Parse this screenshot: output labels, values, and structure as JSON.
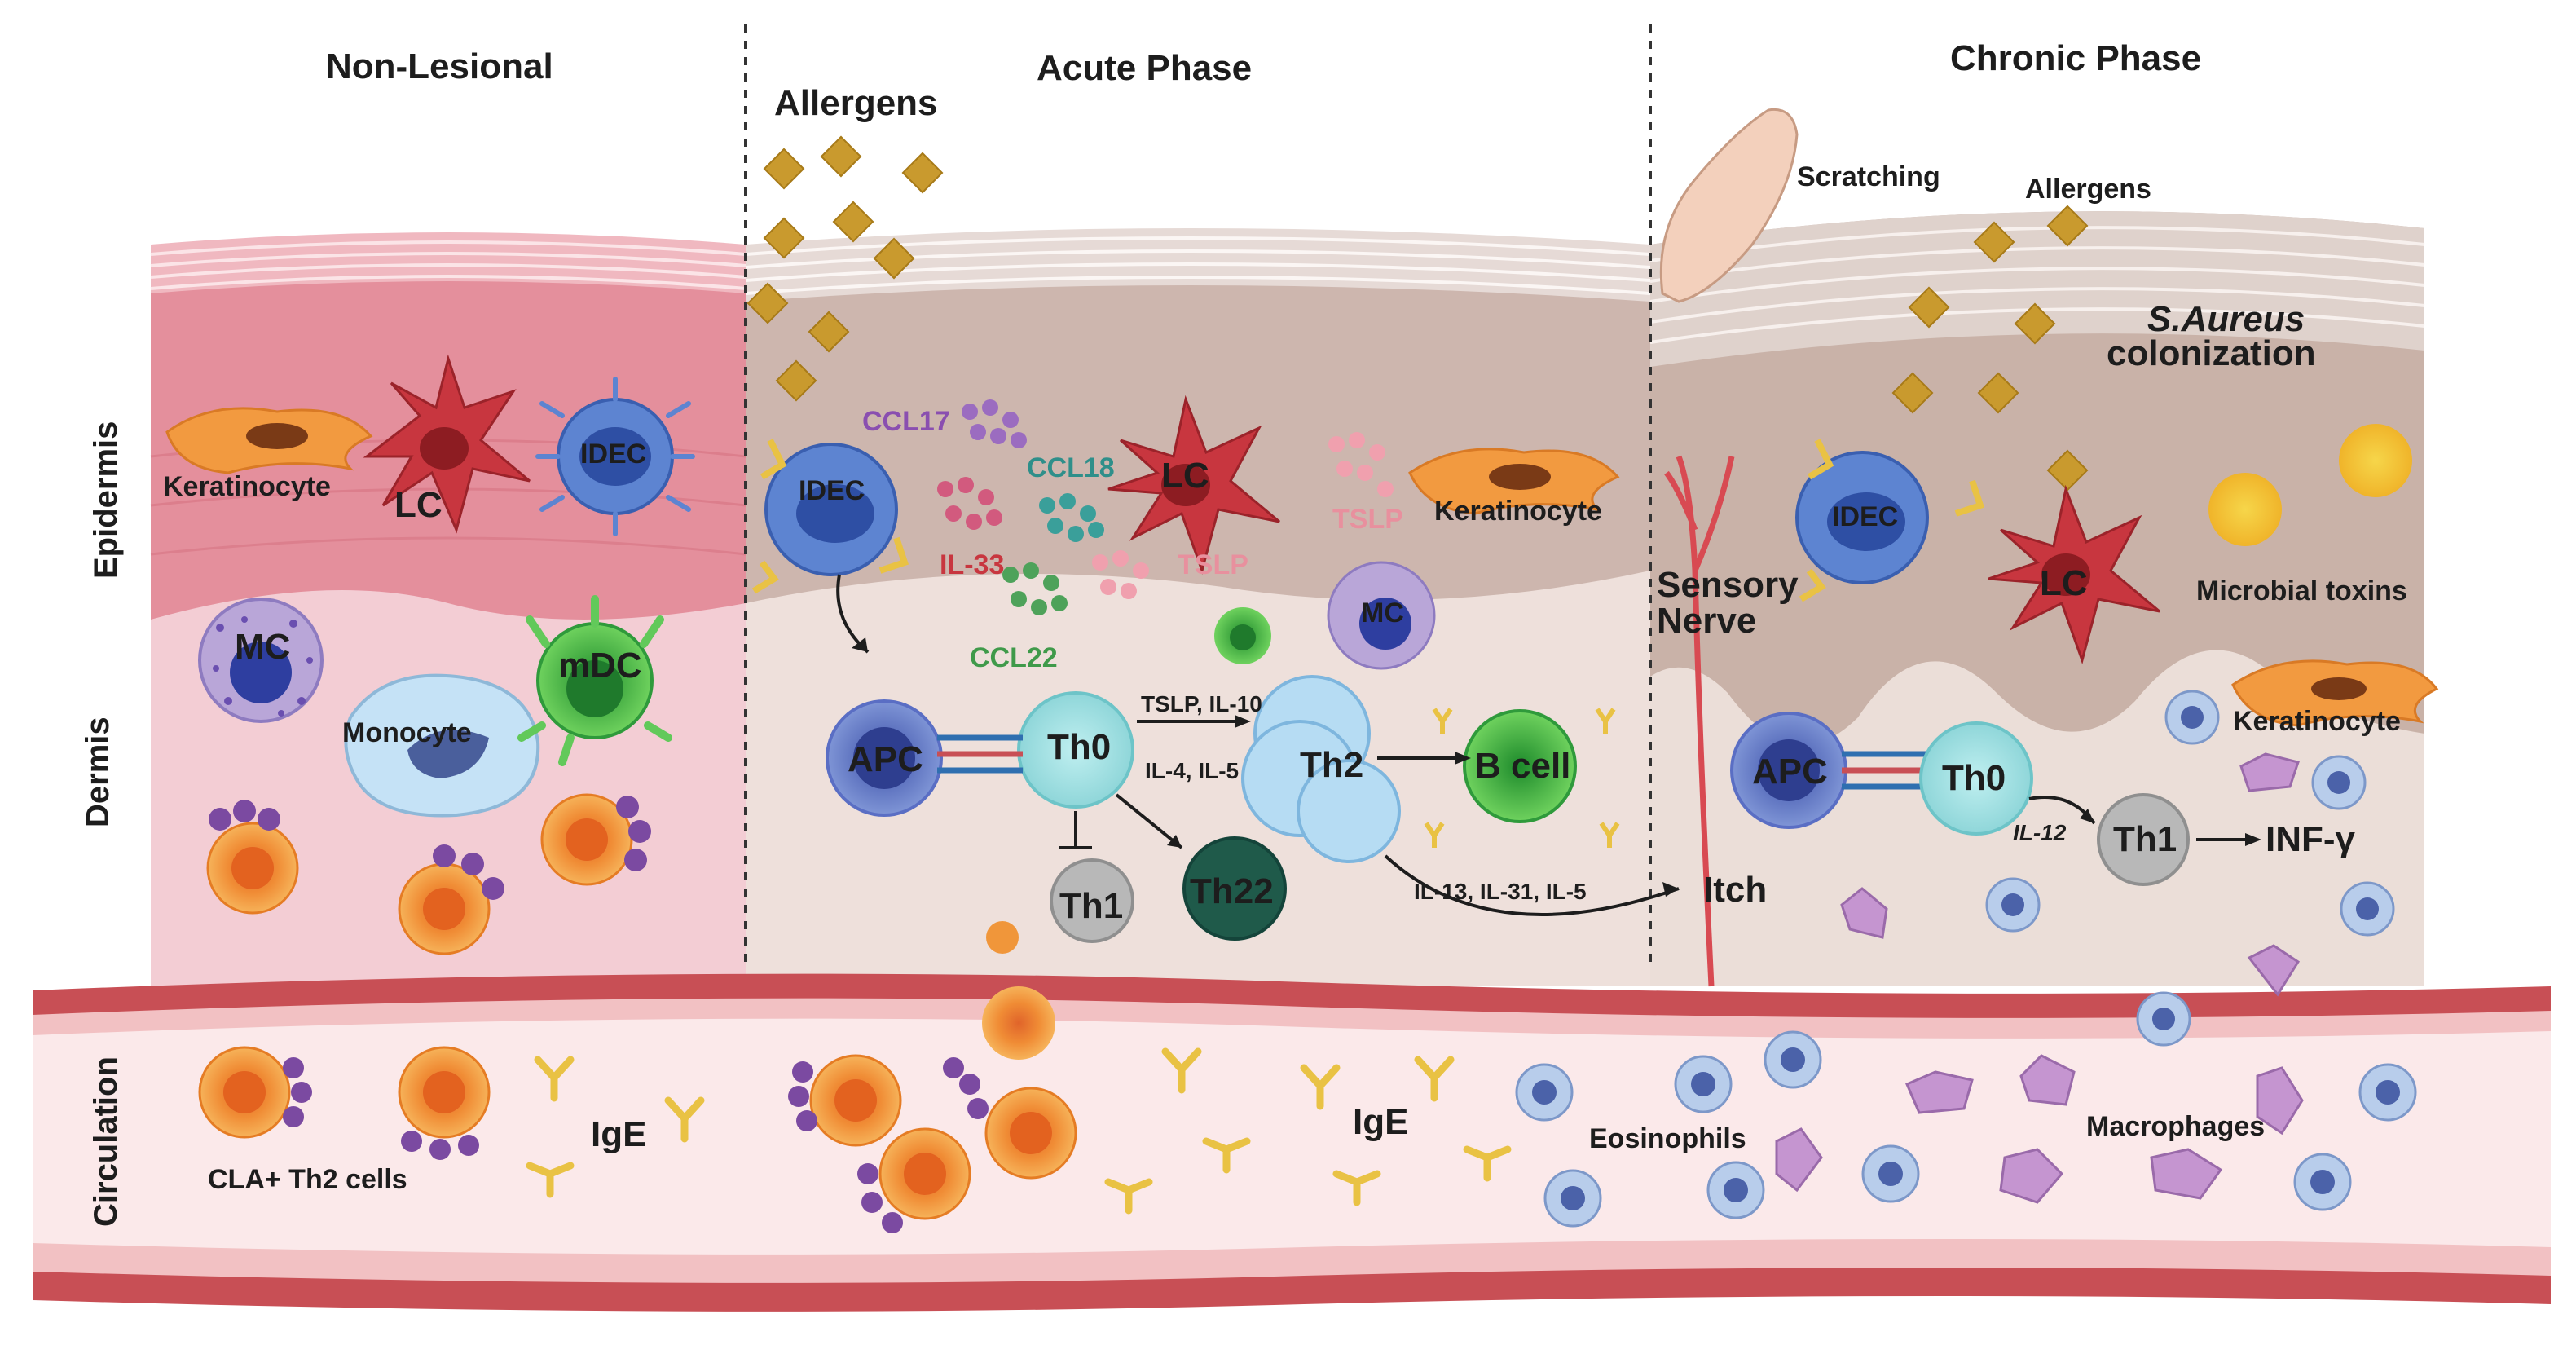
{
  "panels": {
    "non_lesional": "Non-Lesional",
    "acute": "Acute Phase",
    "chronic": "Chronic Phase"
  },
  "regions": {
    "epidermis": "Epidermis",
    "dermis": "Dermis",
    "circulation": "Circulation"
  },
  "non_lesional_labels": {
    "keratinocyte": "Keratinocyte",
    "lc": "LC",
    "idec": "IDEC",
    "mc": "MC",
    "monocyte": "Monocyte",
    "mdc": "mDC",
    "cla_th2": "CLA+  Th2 cells",
    "ige": "IgE"
  },
  "acute_labels": {
    "allergens": "Allergens",
    "ccl17": "CCL17",
    "ccl18": "CCL18",
    "il33": "IL-33",
    "tslp_a": "TSLP",
    "tslp_b": "TSLP",
    "ccl22": "CCL22",
    "idec": "IDEC",
    "lc": "LC",
    "keratinocyte": "Keratinocyte",
    "mc": "MC",
    "apc": "APC",
    "th0": "Th0",
    "th2": "Th2",
    "bcell": "B cell",
    "th1": "Th1",
    "th22": "Th22",
    "arrow_top": "TSLP, IL-10",
    "arrow_bottom": "IL-4, IL-5",
    "th2_cytokines": "IL-13, IL-31, IL-5",
    "ige": "IgE"
  },
  "chronic_labels": {
    "scratching": "Scratching",
    "allergens": "Allergens",
    "s_aureus": "S.Aureus",
    "colonization": "colonization",
    "sensory_nerve_1": "Sensory",
    "sensory_nerve_2": "Nerve",
    "idec": "IDEC",
    "lc": "LC",
    "microbial_toxins": "Microbial toxins",
    "keratinocyte": "Keratinocyte",
    "apc": "APC",
    "th0": "Th0",
    "il12": "IL-12",
    "th1": "Th1",
    "inf_gamma": "INF-γ",
    "itch": "Itch",
    "eosinophils": "Eosinophils",
    "macrophages": "Macrophages"
  },
  "colors": {
    "skin_pink": "#e89aa6",
    "dermis_pink": "#f4cfd6",
    "acute_skin": "#cdb5ad",
    "vessel_red": "#c84f55",
    "th2_orange": "#f0963a",
    "allergen": "#c99a2e"
  }
}
